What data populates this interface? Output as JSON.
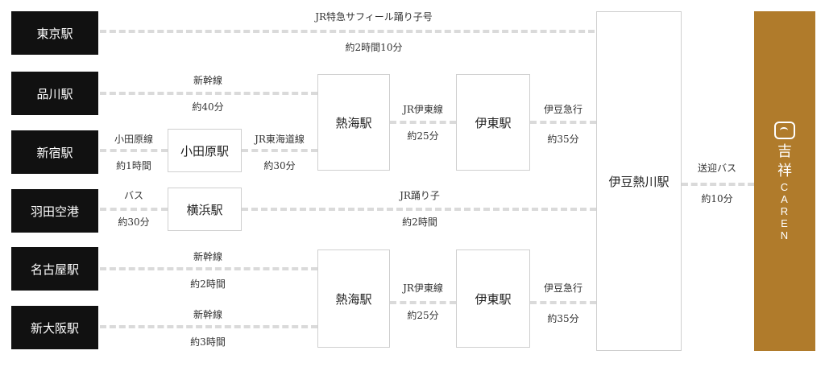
{
  "origins": [
    "東京駅",
    "品川駅",
    "新宿駅",
    "羽田空港",
    "名古屋駅",
    "新大阪駅"
  ],
  "stations": {
    "odawara": "小田原駅",
    "yokohama": "横浜駅",
    "atami": "熱海駅",
    "ito": "伊東駅",
    "izu_atagawa": "伊豆熱川駅"
  },
  "routes": {
    "tokyo": {
      "line": "JR特急サフィール踊り子号",
      "time": "約2時間10分"
    },
    "shinagawa": {
      "line": "新幹線",
      "time": "約40分"
    },
    "shinjuku_1": {
      "line": "小田原線",
      "time": "約1時間"
    },
    "shinjuku_2": {
      "line": "JR東海道線",
      "time": "約30分"
    },
    "haneda_1": {
      "line": "バス",
      "time": "約30分"
    },
    "haneda_2": {
      "line": "JR踊り子",
      "time": "約2時間"
    },
    "nagoya": {
      "line": "新幹線",
      "time": "約2時間"
    },
    "shinosaka": {
      "line": "新幹線",
      "time": "約3時間"
    },
    "atami_ito_top": {
      "line": "JR伊東線",
      "time": "約25分"
    },
    "ito_izu_top": {
      "line": "伊豆急行",
      "time": "約35分"
    },
    "atami_ito_bottom": {
      "line": "JR伊東線",
      "time": "約25分"
    },
    "ito_izu_bottom": {
      "line": "伊豆急行",
      "time": "約35分"
    },
    "shuttle": {
      "line": "送迎バス",
      "time": "約10分"
    }
  },
  "brand": {
    "kanji_1": "吉",
    "kanji_2": "祥",
    "letters": [
      "C",
      "A",
      "R",
      "E",
      "N"
    ],
    "icon": "brand-logo-icon"
  }
}
